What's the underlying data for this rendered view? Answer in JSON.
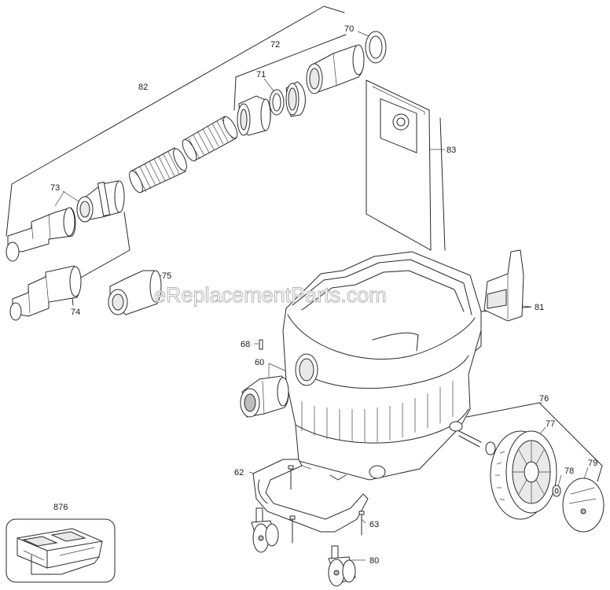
{
  "watermark": "eReplacementParts.com",
  "callouts": {
    "p60": "60",
    "p62": "62",
    "p63": "63",
    "p68": "68",
    "p70": "70",
    "p71": "71",
    "p72": "72",
    "p73": "73",
    "p74": "74",
    "p75": "75",
    "p76": "76",
    "p77": "77",
    "p78": "78",
    "p79": "79",
    "p80": "80",
    "p81": "81",
    "p82": "82",
    "p83": "83",
    "p876": "876"
  }
}
